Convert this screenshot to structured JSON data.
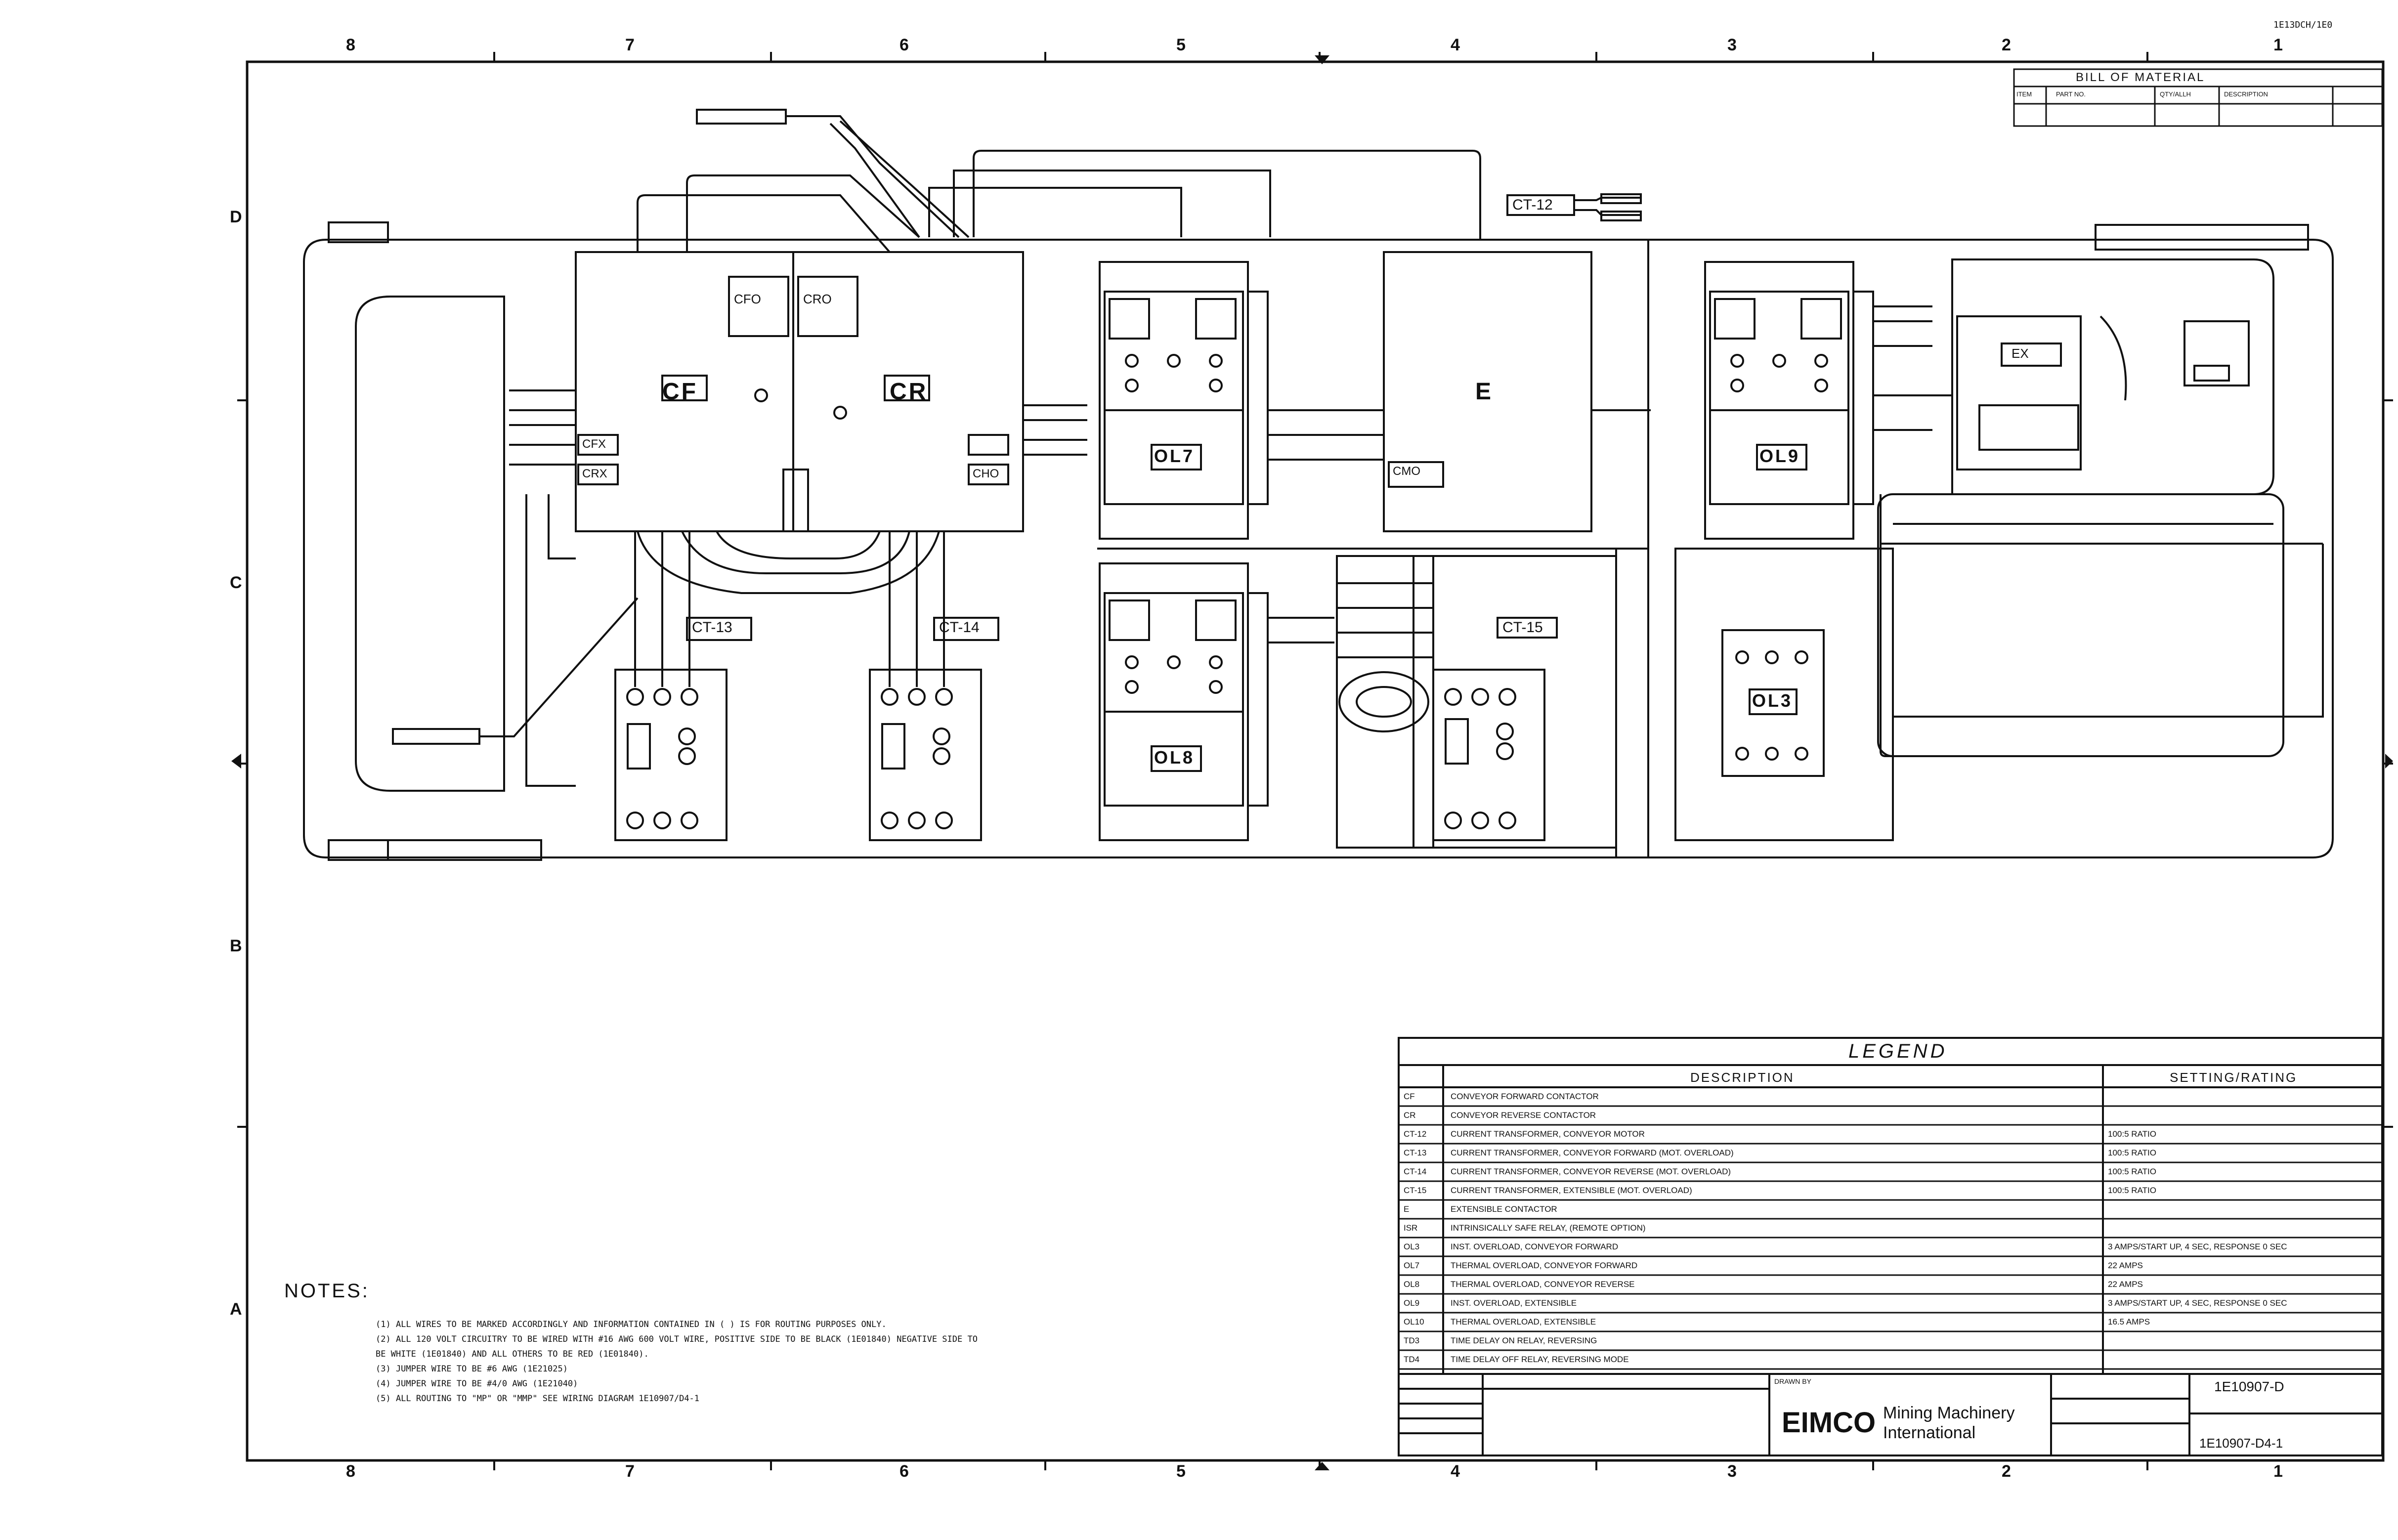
{
  "drawing_number_top": "1E13DCH/1E0",
  "zone_columns": [
    "8",
    "7",
    "6",
    "5",
    "4",
    "3",
    "2",
    "1"
  ],
  "zone_rows": [
    "D",
    "C",
    "B",
    "A"
  ],
  "bill_of_material": {
    "title": "BILL OF MATERIAL",
    "header_cells": [
      "ITEM",
      "PART NO.",
      "QTY/ALLH",
      "DESCRIPTION"
    ]
  },
  "components": {
    "cf": "CF",
    "cr": "CR",
    "e": "E",
    "ol7": "OL7",
    "ol8": "OL8",
    "ol3": "OL3",
    "ol9": "OL9",
    "ct12": "CT-12",
    "ct13": "CT-13",
    "ct14": "CT-14",
    "ct15": "CT-15",
    "cfx": "CFX",
    "crx": "CRX",
    "cfo": "CFO",
    "cro": "CRO",
    "cho": "CHO",
    "cmo": "CMO",
    "ex": "EX"
  },
  "legend": {
    "title": "LEGEND",
    "col_desc": "DESCRIPTION",
    "col_setting": "SETTING/RATING",
    "rows": [
      {
        "code": "CF",
        "desc": "CONVEYOR FORWARD CONTACTOR",
        "setting": ""
      },
      {
        "code": "CR",
        "desc": "CONVEYOR REVERSE CONTACTOR",
        "setting": ""
      },
      {
        "code": "CT-12",
        "desc": "CURRENT TRANSFORMER, CONVEYOR MOTOR",
        "setting": "100:5 RATIO"
      },
      {
        "code": "CT-13",
        "desc": "CURRENT TRANSFORMER, CONVEYOR FORWARD (MOT. OVERLOAD)",
        "setting": "100:5 RATIO"
      },
      {
        "code": "CT-14",
        "desc": "CURRENT TRANSFORMER, CONVEYOR REVERSE (MOT. OVERLOAD)",
        "setting": "100:5 RATIO"
      },
      {
        "code": "CT-15",
        "desc": "CURRENT TRANSFORMER, EXTENSIBLE (MOT. OVERLOAD)",
        "setting": "100:5 RATIO"
      },
      {
        "code": "E",
        "desc": "EXTENSIBLE CONTACTOR",
        "setting": ""
      },
      {
        "code": "ISR",
        "desc": "INTRINSICALLY SAFE RELAY, (REMOTE OPTION)",
        "setting": ""
      },
      {
        "code": "OL3",
        "desc": "INST. OVERLOAD, CONVEYOR FORWARD",
        "setting": "3 AMPS/START UP, 4 SEC, RESPONSE 0 SEC"
      },
      {
        "code": "OL7",
        "desc": "THERMAL OVERLOAD, CONVEYOR FORWARD",
        "setting": "22 AMPS"
      },
      {
        "code": "OL8",
        "desc": "THERMAL OVERLOAD, CONVEYOR REVERSE",
        "setting": "22 AMPS"
      },
      {
        "code": "OL9",
        "desc": "INST. OVERLOAD, EXTENSIBLE",
        "setting": "3 AMPS/START UP, 4 SEC, RESPONSE 0 SEC"
      },
      {
        "code": "OL10",
        "desc": "THERMAL OVERLOAD, EXTENSIBLE",
        "setting": "16.5 AMPS"
      },
      {
        "code": "TD3",
        "desc": "TIME DELAY ON RELAY, REVERSING",
        "setting": ""
      },
      {
        "code": "TD4",
        "desc": "TIME DELAY OFF RELAY, REVERSING MODE",
        "setting": ""
      }
    ]
  },
  "notes": {
    "title": "NOTES:",
    "items": [
      "(1) ALL WIRES TO BE MARKED ACCORDINGLY AND INFORMATION CONTAINED IN ( ) IS FOR ROUTING PURPOSES ONLY.",
      "(2) ALL 120 VOLT CIRCUITRY TO BE WIRED WITH #16 AWG 600 VOLT WIRE, POSITIVE SIDE TO BE BLACK (1E01840) NEGATIVE SIDE TO",
      "    BE WHITE (1E01840) AND ALL OTHERS TO BE RED (1E01840).",
      "(3) JUMPER WIRE TO BE #6 AWG (1E21025)",
      "(4) JUMPER WIRE TO BE #4/0 AWG (1E21040)",
      "(5) ALL ROUTING TO \"MP\" OR \"MMP\" SEE WIRING DIAGRAM 1E10907/D4-1"
    ]
  },
  "title_block": {
    "company": "EIMCO",
    "line1": "Mining Machinery",
    "line2": "International",
    "drawn_by": "DRAWN BY",
    "drawing_number": "1E10907-D",
    "sheet_ref": "1E10907-D4-1"
  }
}
